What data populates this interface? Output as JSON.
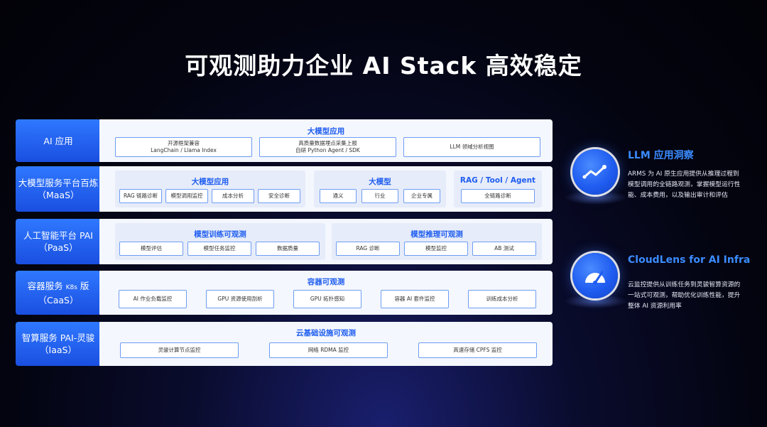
{
  "title": "可观测助力企业 AI Stack 高效稳定",
  "rows": {
    "ai_app": {
      "label": "AI 应用",
      "section_title": "大模型应用",
      "boxes": [
        {
          "line1": "开源框架兼容",
          "line2": "LangChain / Llama Index"
        },
        {
          "line1": "高质量数据埋点采集上报",
          "line2": "自研 Python Agent / SDK"
        },
        {
          "line1": "LLM 领域分析视图",
          "line2": ""
        }
      ]
    },
    "maas": {
      "label_line1": "大模型服务平台百炼",
      "label_line2": "（MaaS）",
      "groups": [
        {
          "title": "大模型应用",
          "boxes": [
            "RAG 链路诊断",
            "模型调用监控",
            "成本分析",
            "安全诊断"
          ]
        },
        {
          "title": "大模型",
          "boxes": [
            "通义",
            "行业",
            "企业专属"
          ]
        },
        {
          "title": "RAG / Tool / Agent",
          "boxes": [
            "全链路诊断"
          ]
        }
      ]
    },
    "paas": {
      "label_line1": "人工智能平台 PAI",
      "label_line2": "（PaaS）",
      "groups": [
        {
          "title": "模型训练可观测",
          "boxes": [
            "模型评估",
            "模型任务监控",
            "数据质量"
          ]
        },
        {
          "title": "模型推理可观测",
          "boxes": [
            "RAG 诊断",
            "模型监控",
            "AB 测试"
          ]
        }
      ]
    },
    "caas": {
      "label_main": "容器服务",
      "label_small": "K8s",
      "label_suffix": "版",
      "label_line2": "（CaaS）",
      "section_title": "容器可观测",
      "boxes": [
        "AI 作业负载监控",
        "GPU 资源使用剖析",
        "GPU 拓扑感知",
        "容器 AI 套件监控",
        "训练成本分析"
      ]
    },
    "iaas": {
      "label_line1": "智算服务 PAI-灵骏",
      "label_line2": "（IaaS）",
      "section_title": "云基础设施可观测",
      "boxes": [
        "灵骏计算节点监控",
        "网络 RDMA 监控",
        "高速存储 CPFS 监控"
      ]
    }
  },
  "side": [
    {
      "icon": "line-chart-icon",
      "heading": "LLM 应用洞察",
      "lines": [
        "ARMS 为 AI 原生应用提供从推理过程到",
        "模型调用的全链路观测，掌握模型运行性",
        "能、成本费用，以及输出审计和评估"
      ]
    },
    {
      "icon": "gauge-icon",
      "heading": "CloudLens for AI Infra",
      "lines": [
        "云监控提供从训练任务到灵骏智算资源的",
        "一站式可观测，帮助优化训练性能，提升",
        "整体 AI 资源利用率"
      ]
    }
  ],
  "colors": {
    "accent": "#1d5cf0",
    "label_bg": "#2f78ff",
    "panel_bg": "#f4f7fd",
    "highlight": "#3b8cff"
  }
}
